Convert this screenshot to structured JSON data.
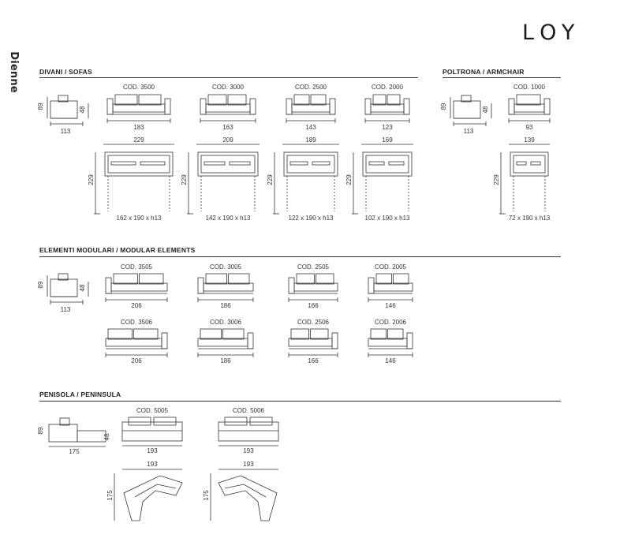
{
  "brand": "Dienne",
  "title": "LOY",
  "sections": {
    "sofas": "DIVANI / SOFAS",
    "armchair": "POLTRONA / ARMCHAIR",
    "modular": "ELEMENTI MODULARI / MODULAR ELEMENTS",
    "peninsula": "PENISOLA / PENINSULA"
  },
  "side_views": [
    {
      "height": "89",
      "seat": "48",
      "depth": "113"
    },
    {
      "height": "89",
      "seat": "48",
      "depth": "113"
    },
    {
      "height": "89",
      "seat": "48",
      "depth": "113"
    },
    {
      "height": "89",
      "seat": "48",
      "depth": "175"
    }
  ],
  "sofas": [
    {
      "code": "COD. 3500",
      "width": "183",
      "bed_width": "229",
      "bed_depth": "229",
      "mattress": "162 x 190 x h13"
    },
    {
      "code": "COD. 3000",
      "width": "163",
      "bed_width": "209",
      "bed_depth": "229",
      "mattress": "142 x 190 x h13"
    },
    {
      "code": "COD. 2500",
      "width": "143",
      "bed_width": "189",
      "bed_depth": "229",
      "mattress": "122 x 190 x h13"
    },
    {
      "code": "COD. 2000",
      "width": "123",
      "bed_width": "169",
      "bed_depth": "229",
      "mattress": "102 x 190 x h13"
    }
  ],
  "armchair": {
    "code": "COD. 1000",
    "width": "93",
    "bed_width": "139",
    "bed_depth": "229",
    "mattress": "72 x 190 x h13"
  },
  "modular_row1": [
    {
      "code": "COD. 3505",
      "width": "206"
    },
    {
      "code": "COD. 3005",
      "width": "186"
    },
    {
      "code": "COD. 2505",
      "width": "166"
    },
    {
      "code": "COD. 2005",
      "width": "146"
    }
  ],
  "modular_row2": [
    {
      "code": "COD. 3506",
      "width": "206"
    },
    {
      "code": "COD. 3006",
      "width": "186"
    },
    {
      "code": "COD. 2506",
      "width": "166"
    },
    {
      "code": "COD. 2006",
      "width": "146"
    }
  ],
  "peninsula": [
    {
      "code": "COD. 5005",
      "width": "193",
      "plan_width": "193",
      "plan_depth": "175"
    },
    {
      "code": "COD. 5006",
      "width": "193",
      "plan_width": "193",
      "plan_depth": "175"
    }
  ]
}
